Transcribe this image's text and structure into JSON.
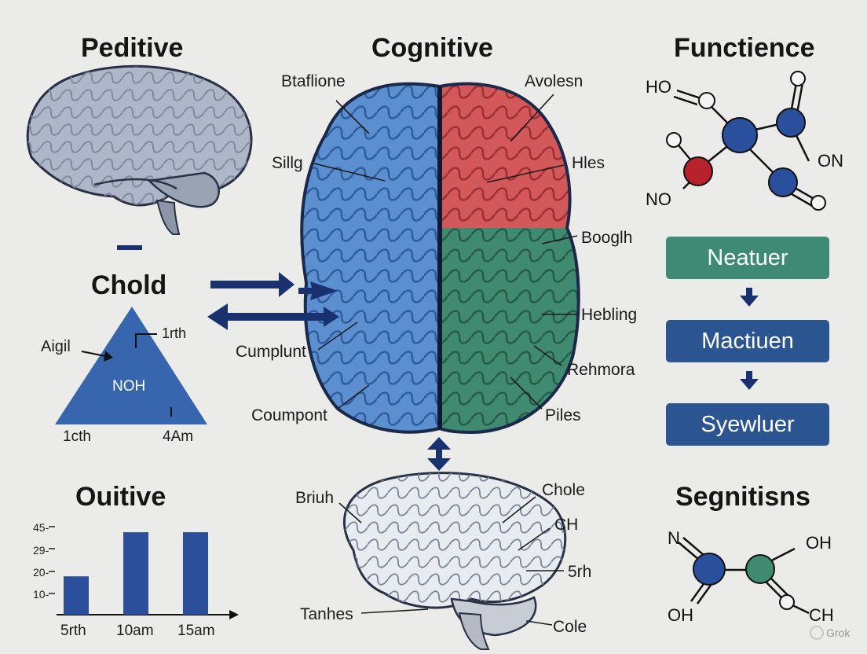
{
  "titles": {
    "top_left": "Peditive",
    "top_center": "Cognitive",
    "top_right": "Functience",
    "mid_left": "Chold",
    "bottom_left": "Ouitive",
    "bottom_right": "Segnitisns"
  },
  "brain_labels": {
    "left": [
      "Btaflione",
      "Sillg",
      "Cumplunt",
      "Coumpont"
    ],
    "right": [
      "Avolesn",
      "Hles",
      "Booglh",
      "Hebling",
      "Rehmora",
      "Piles"
    ]
  },
  "bottom_brain_labels": {
    "left": [
      "Briuh",
      "Tanhes"
    ],
    "right": [
      "Chole",
      "CH",
      "5rh",
      "Cole"
    ]
  },
  "triangle": {
    "center": "NOH",
    "left": "Aigil",
    "top": "1rth",
    "bottom_left": "1cth",
    "bottom_right": "4Am"
  },
  "molecule_top": {
    "atoms": [
      "HO",
      "ON",
      "NO"
    ]
  },
  "molecule_bottom": {
    "atoms": [
      "N",
      "OH",
      "OH",
      "CH"
    ]
  },
  "flow": {
    "steps": [
      "Neatuer",
      "Mactiuen",
      "Syewluer"
    ],
    "colors": [
      "#3e8a75",
      "#2a5590",
      "#2a5590"
    ]
  },
  "chart_data": {
    "type": "bar",
    "categories": [
      "5rth",
      "10am",
      "15am"
    ],
    "series": [
      {
        "values": [
          20,
          43,
          43
        ]
      }
    ],
    "yticks": [
      "45-",
      "29-",
      "20-",
      "10-"
    ],
    "ylim": [
      0,
      50
    ]
  },
  "colors": {
    "left_hemisphere": "#5b8fcf",
    "right_top": "#d2585a",
    "right_bottom": "#3f8a70",
    "arrows": "#1a3170",
    "bars": "#2b4f9a",
    "triangle": "#3766ae"
  },
  "watermark": "Grok"
}
